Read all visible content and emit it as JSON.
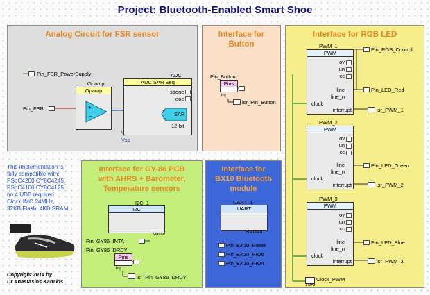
{
  "title": "Project: Bluetooth-Enabled Smart Shoe",
  "panels": {
    "analog": {
      "title": "Analog Circuit for FSR sensor",
      "pin_fsr_power": "Pin_FSR_PowerSupply",
      "opamp_name": "Opamp",
      "opamp_header": "Opamp",
      "adc_name": "ADC",
      "adc_header": "ADC SAR Seq",
      "sdone": "sdone",
      "eoc": "eoc",
      "pin_fsr": "Pin_FSR",
      "sar": "SAR",
      "bits": "12-bit",
      "vss": "Vss"
    },
    "button": {
      "title_line1": "Interface for",
      "title_line2": "Button",
      "pin_button": "Pin_Button",
      "pins_header": "Pins",
      "irq": "irq",
      "isr_label": "isr_Pin_Button"
    },
    "info": {
      "lines": [
        "This implementation is",
        "fully compatible with:",
        "PSoC4200 CY8C4245,",
        "PSoC4100 CY8C4125",
        "no 4 UDB required.",
        "Clock IMO 24MHz,",
        "32KB Flash, 4KB SRAM"
      ],
      "copyright_line1": "Copyright 2014 by",
      "copyright_line2": "Dr Anastasios Kanakis"
    },
    "gy86": {
      "title_line1": "Interface for GY-86 PCB",
      "title_line2": "with AHRS + Barometer,",
      "title_line3": "Temperature sensors",
      "i2c_name": "I2C_1",
      "i2c_header": "I2C",
      "i2c_mode": "Master",
      "pin_inta": "Pin_GY86_INTA",
      "pin_drdy": "Pin_GY86_DRDY",
      "pins_header": "Pins",
      "irq": "irq",
      "isr_label": "isr_Pin_GY86_DRDY"
    },
    "bx10": {
      "title_line1": "Interface for",
      "title_line2": "BX10 Bluetooth",
      "title_line3": "module",
      "uart_name": "UART_1",
      "uart_header": "UART",
      "uart_mode": "Standard",
      "pins": [
        "Pin_BX10_Reset",
        "Pin_BX10_PIO6",
        "Pin_BX10_PIO4"
      ]
    },
    "rgb": {
      "title": "Interface for RGB LED",
      "pwms": [
        {
          "name": "PWM_1",
          "header": "PWM",
          "ports": [
            "ov",
            "un",
            "cc",
            "line",
            "line_n",
            "clock",
            "interrupt"
          ],
          "pin_top": "Pin_RGB_Control",
          "pin_led": "Pin_LED_Red",
          "isr": "isr_PWM_1"
        },
        {
          "name": "PWM_2",
          "header": "PWM",
          "ports": [
            "ov",
            "un",
            "cc",
            "line",
            "line_n",
            "clock",
            "interrupt"
          ],
          "pin_top": "",
          "pin_led": "Pin_LED_Green",
          "isr": "isr_PWM_2"
        },
        {
          "name": "PWM_3",
          "header": "PWM",
          "ports": [
            "ov",
            "un",
            "cc",
            "line",
            "line_n",
            "clock",
            "interrupt"
          ],
          "pin_top": "",
          "pin_led": "Pin_LED_Blue",
          "isr": "isr_PWM_3"
        }
      ],
      "clock_label": "Clock_PWM",
      "clock_freq": "1 MHz"
    }
  },
  "colors": {
    "title": "#13137a",
    "analog_bg": "#dedede",
    "analog_title": "#e6891e",
    "button_bg": "#fbe0c7",
    "info_text": "#1d4fd8",
    "gy86_bg": "#c3ee7c",
    "bx10_bg": "#3d66d9",
    "rgb_bg": "#f6ee8d",
    "block_header": "#ffff9c",
    "wire_green": "#2e8b2e"
  },
  "icons": [
    "lightning-icon",
    "clock-icon",
    "shoe-image",
    "pin-icon"
  ]
}
